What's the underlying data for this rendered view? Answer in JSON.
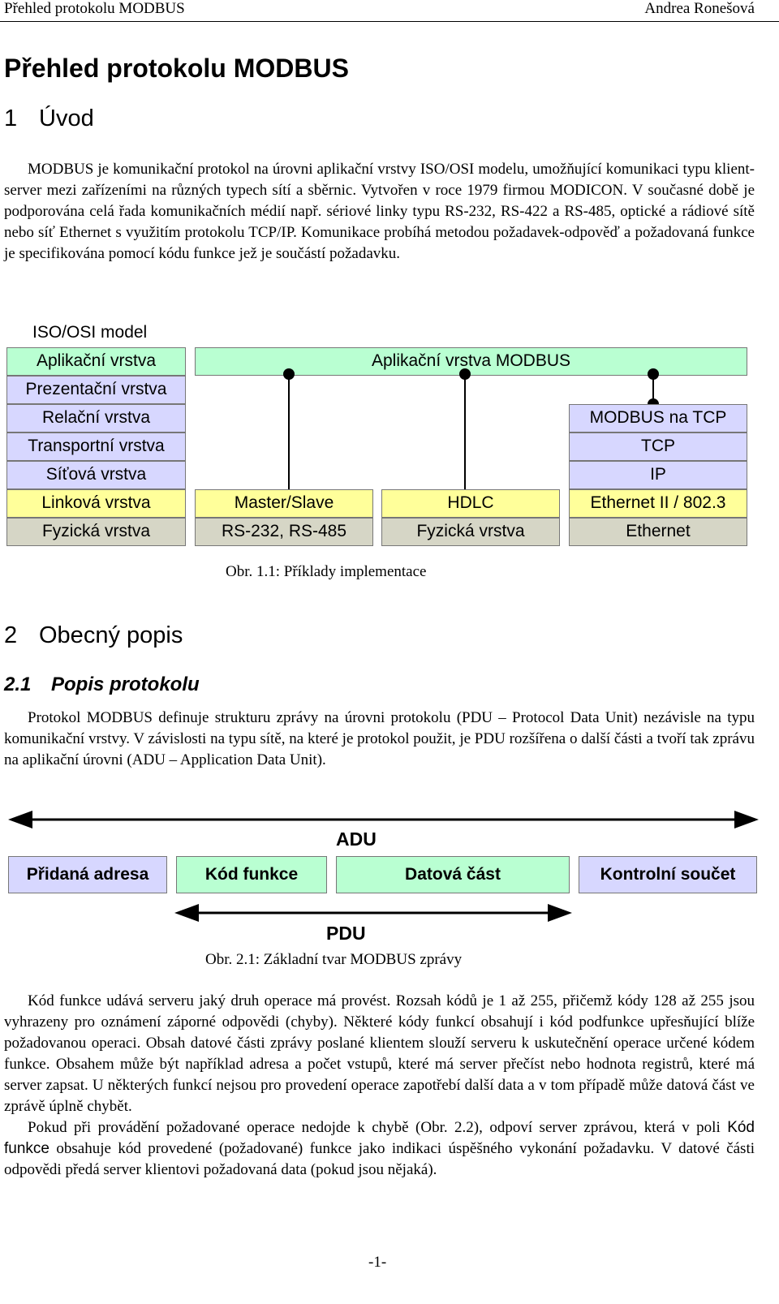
{
  "header": {
    "left": "Přehled protokolu MODBUS",
    "right": "Andrea Ronešová"
  },
  "title": "Přehled protokolu MODBUS",
  "section1": {
    "num": "1",
    "title": "Úvod"
  },
  "intro": "MODBUS je komunikační protokol na úrovni aplikační vrstvy ISO/OSI modelu, umožňující komunikaci typu klient-server mezi zařízeními na různých typech sítí a sběrnic. Vytvořen v roce 1979 firmou MODICON. V současné době je podporována celá řada komunikačních médií např. sériové linky typu RS-232, RS-422 a RS-485, optické a rádiové sítě nebo síť Ethernet s využitím protokolu TCP/IP. Komunikace probíhá metodou požadavek-odpověď a požadovaná funkce je specifikována pomocí kódu funkce jež je součástí požadavku.",
  "figure1": {
    "osi_label": "ISO/OSI model",
    "osi_layers": [
      "Aplikační vrstva",
      "Prezentační vrstva",
      "Relační vrstva",
      "Transportní vrstva",
      "Síťová vrstva",
      "Linková vrstva",
      "Fyzická vrstva"
    ],
    "app_modbus": "Aplikační vrstva MODBUS",
    "tcp_stack": {
      "modbus_tcp": "MODBUS na TCP",
      "tcp": "TCP",
      "ip": "IP",
      "link": "Ethernet II / 802.3",
      "phys": "Ethernet"
    },
    "serial": {
      "link": "Master/Slave",
      "phys": "RS-232, RS-485"
    },
    "hdlc": {
      "link": "HDLC",
      "phys": "Fyzická vrstva"
    },
    "caption": "Obr. 1.1: Příklady implementace"
  },
  "section2": {
    "num": "2",
    "title": "Obecný popis"
  },
  "section21": {
    "num": "2.1",
    "title": "Popis protokolu"
  },
  "para21": "Protokol MODBUS definuje strukturu zprávy na úrovni protokolu (PDU – Protocol Data Unit) nezávisle na typu komunikační vrstvy. V závislosti na typu sítě, na které je protokol použit, je PDU rozšířena o další části a tvoří tak zprávu na aplikační úrovni (ADU – Application Data Unit).",
  "figure2": {
    "adu": "ADU",
    "pdu": "PDU",
    "fields": [
      "Přidaná adresa",
      "Kód funkce",
      "Datová část",
      "Kontrolní součet"
    ],
    "caption": "Obr. 2.1: Základní tvar MODBUS zprávy",
    "colors": {
      "address": "#d7d7ff",
      "function": "#b9ffd2",
      "data": "#b9ffd2",
      "checksum": "#d7d7ff"
    }
  },
  "para_a": "Kód funkce udává serveru jaký druh operace má provést. Rozsah kódů je 1 až 255, přičemž kódy 128 až 255 jsou vyhrazeny pro oznámení záporné odpovědi (chyby). Některé kódy funkcí obsahují i kód podfunkce upřesňující blíže požadovanou operaci. Obsah datové části zprávy poslané klientem slouží serveru k uskutečnění operace určené kódem funkce. Obsahem může být například adresa a počet vstupů, které má server přečíst nebo hodnota registrů, které má server zapsat. U některých funkcí nejsou pro provedení operace zapotřebí další data a v tom případě může datová část ve zprávě úplně chybět.",
  "para_b": {
    "before": "Pokud při provádění požadované operace nedojde k chybě (Obr. 2.2), odpoví server zprávou, která v poli ",
    "field": "Kód funkce",
    "after": " obsahuje kód provedené (požadované) funkce jako indikaci úspěšného vykonání požadavku. V datové části odpovědi předá server klientovi požadovaná data (pokud jsou nějaká)."
  },
  "page_number": "-1-"
}
